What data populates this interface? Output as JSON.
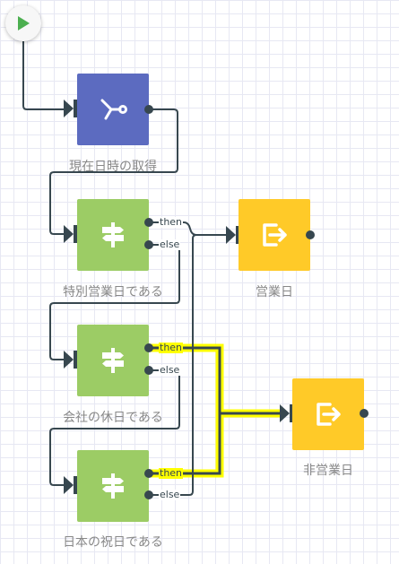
{
  "colors": {
    "action_purple": "#5c6bc0",
    "branch_green": "#9ccc65",
    "end_yellow": "#ffca28",
    "wire": "#37474f",
    "highlight": "#ffff00",
    "start_arrow": "#4caf50"
  },
  "start": {
    "icon": "play-icon"
  },
  "nodes": {
    "get_datetime": {
      "label": "現在日時の取得",
      "icon": "split-icon"
    },
    "special_day": {
      "label": "特別営業日である",
      "icon": "signpost-icon",
      "then": "then",
      "else": "else"
    },
    "company_holiday": {
      "label": "会社の休日である",
      "icon": "signpost-icon",
      "then": "then",
      "else": "else"
    },
    "national_holiday": {
      "label": "日本の祝日である",
      "icon": "signpost-icon",
      "then": "then",
      "else": "else"
    },
    "business_day": {
      "label": "営業日",
      "icon": "exit-icon"
    },
    "non_business_day": {
      "label": "非営業日",
      "icon": "exit-icon"
    }
  }
}
